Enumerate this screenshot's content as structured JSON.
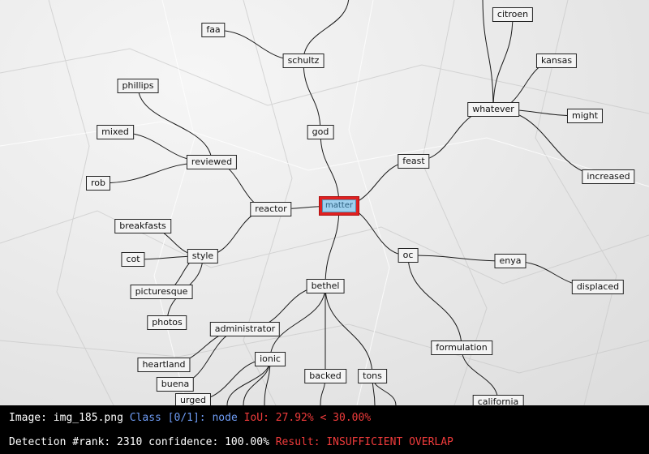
{
  "diagram": {
    "root": "matter",
    "nodes": {
      "matter": "matter",
      "god": "god",
      "schultz": "schultz",
      "faa": "faa",
      "feast": "feast",
      "whatever": "whatever",
      "citroen": "citroen",
      "kansas": "kansas",
      "might": "might",
      "increased": "increased",
      "reactor": "reactor",
      "reviewed": "reviewed",
      "phillips": "phillips",
      "mixed": "mixed",
      "rob": "rob",
      "style": "style",
      "breakfasts": "breakfasts",
      "cot": "cot",
      "picturesque": "picturesque",
      "photos": "photos",
      "bethel": "bethel",
      "administrator": "administrator",
      "heartland": "heartland",
      "buena": "buena",
      "urged": "urged",
      "ionic": "ionic",
      "backed": "backed",
      "tons": "tons",
      "oc": "oc",
      "enya": "enya",
      "displaced": "displaced",
      "formulation": "formulation",
      "california": "california"
    },
    "edges": [
      [
        "matter",
        "god"
      ],
      [
        "god",
        "schultz"
      ],
      [
        "schultz",
        "faa"
      ],
      [
        "matter",
        "feast"
      ],
      [
        "feast",
        "whatever"
      ],
      [
        "whatever",
        "citroen"
      ],
      [
        "whatever",
        "kansas"
      ],
      [
        "whatever",
        "might"
      ],
      [
        "whatever",
        "increased"
      ],
      [
        "matter",
        "reactor"
      ],
      [
        "reactor",
        "reviewed"
      ],
      [
        "reviewed",
        "phillips"
      ],
      [
        "reviewed",
        "mixed"
      ],
      [
        "reviewed",
        "rob"
      ],
      [
        "reactor",
        "style"
      ],
      [
        "style",
        "breakfasts"
      ],
      [
        "style",
        "cot"
      ],
      [
        "style",
        "picturesque"
      ],
      [
        "style",
        "photos"
      ],
      [
        "matter",
        "bethel"
      ],
      [
        "bethel",
        "administrator"
      ],
      [
        "administrator",
        "heartland"
      ],
      [
        "administrator",
        "buena"
      ],
      [
        "bethel",
        "ionic"
      ],
      [
        "bethel",
        "backed"
      ],
      [
        "bethel",
        "tons"
      ],
      [
        "ionic",
        "urged"
      ],
      [
        "matter",
        "oc"
      ],
      [
        "oc",
        "enya"
      ],
      [
        "enya",
        "displaced"
      ],
      [
        "oc",
        "formulation"
      ],
      [
        "formulation",
        "california"
      ]
    ]
  },
  "status": {
    "image_label": "Image:",
    "image_name": "img_185.png",
    "class_text": "Class [0/1]: node",
    "iou_text": "IoU: 27.92% < 30.00%",
    "detection_text": "Detection #rank: 2310 confidence: 100.00%",
    "result_text": "Result: INSUFFICIENT OVERLAP",
    "colors": {
      "background": "#000000",
      "text": "#ffffff",
      "class": "#6e9cf5",
      "alert": "#ef3b3b"
    }
  }
}
